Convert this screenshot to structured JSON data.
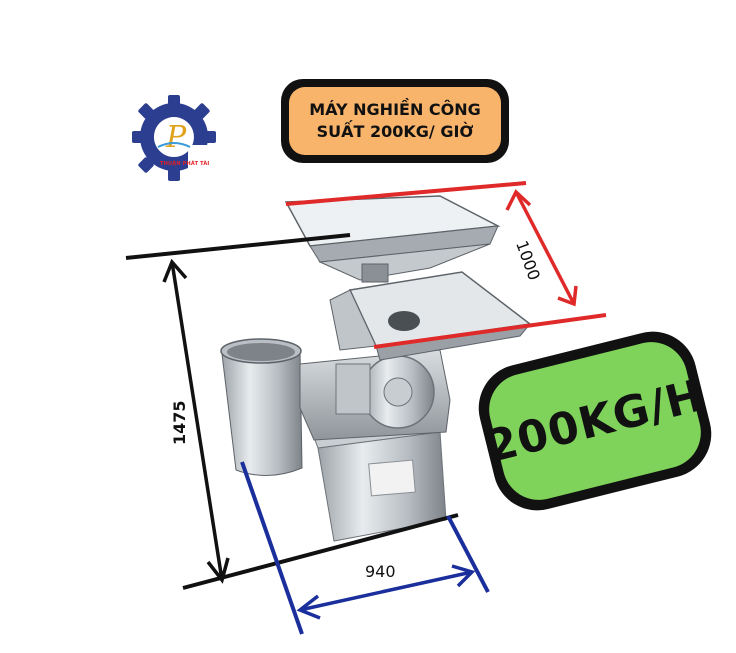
{
  "title": {
    "line1": "MÁY NGHIỀN CÔNG",
    "line2": "SUẤT 200KG/ GIỜ"
  },
  "capacity_badge": "200KG/H",
  "dimensions": {
    "depth": "1000",
    "height": "1475",
    "width": "940"
  },
  "logo": {
    "text": "THUẬN PHÁT TÀI"
  },
  "colors": {
    "title_bg": "#f7b46a",
    "badge_bg": "#7fd25a",
    "outline": "#111111",
    "red_line": "#e02a2a",
    "blue_line": "#1a2e9c",
    "logo_blue": "#2c3e8f"
  }
}
